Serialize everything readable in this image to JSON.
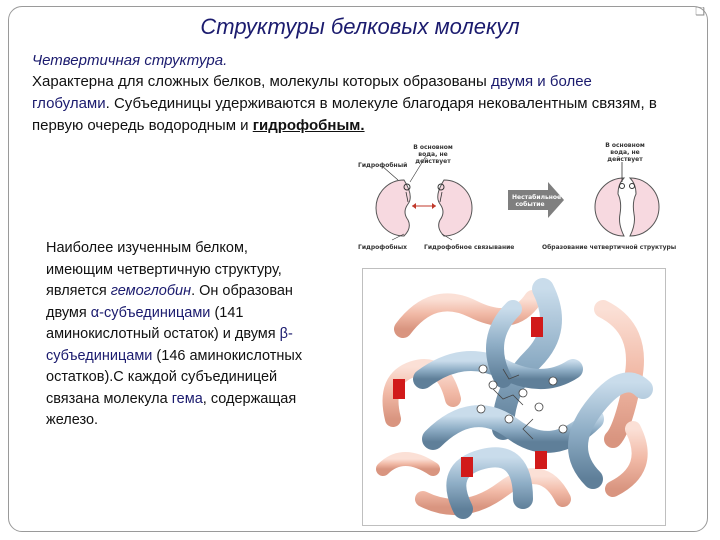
{
  "title": "Структуры белковых молекул",
  "subtitle": "Четвертичная структура.",
  "intro": {
    "p1": "Характерна для сложных белков, молекулы которых образованы ",
    "h1": "двумя и более глобулами",
    "p2": ". Субъединицы удерживаются в молекуле благодаря нековалентным связям, в первую очередь водородным и ",
    "h2": "гидрофобным."
  },
  "body": {
    "t1": "Наиболее изученным белком, имеющим четвертичную структуру, является ",
    "hemoglobin": "гемоглобин",
    "t2": ". Он образован двумя ",
    "alpha": "α-субъединицами",
    "t3": " (141 аминокислотный остаток) и двумя ",
    "beta": "β-субъединицами",
    "t4": " (146 аминокислотных остатков).С каждой субъединицей связана молекула ",
    "heme": "гема",
    "t5": ", содержащая железо."
  },
  "diagram": {
    "label_hydrophobic_top": "Гидрофобный",
    "label_water_top": "В основном вода, не действует",
    "label_water_right": "В основном вода, не действует",
    "label_arrow": "Нестабильное событие",
    "label_hydrophobic_bottom": "Гидрофобных",
    "label_hydrophobic_interaction": "Гидрофобное связывание",
    "label_formation": "Образование четвертичной структуры"
  },
  "colors": {
    "title": "#1b1b6e",
    "helix_blue": "#8faec6",
    "helix_pink": "#f1b9a6",
    "heme_red": "#d11a1a"
  },
  "bullet_glyph": "❑"
}
